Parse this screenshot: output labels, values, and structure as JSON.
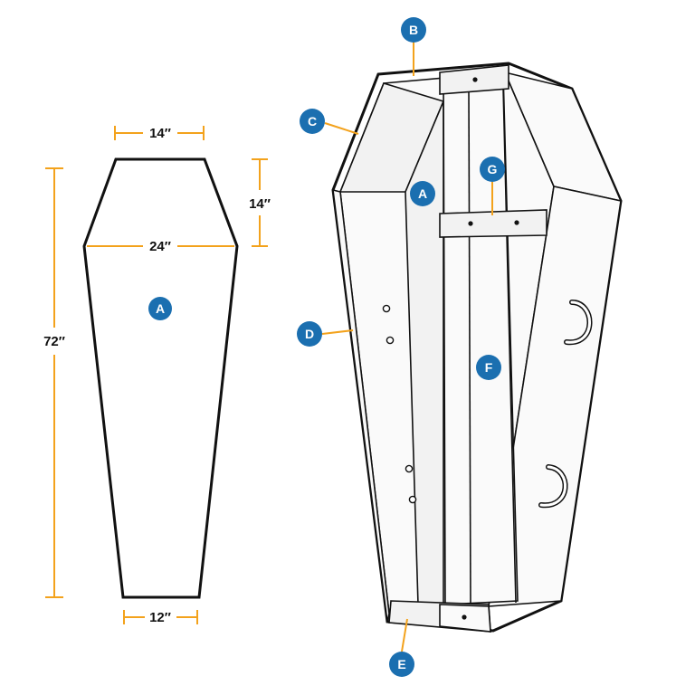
{
  "dimensions": {
    "top_width": "14″",
    "head_height": "14″",
    "shoulder_width": "24″",
    "length": "72″",
    "foot_width": "12″"
  },
  "labels": {
    "a_template": "A",
    "a_box": "A",
    "b": "B",
    "c": "C",
    "d": "D",
    "e": "E",
    "f": "F",
    "g": "G"
  },
  "colors": {
    "badge": "#1b6fb0",
    "dimension_line": "#f3a21c",
    "outline": "#111111"
  }
}
